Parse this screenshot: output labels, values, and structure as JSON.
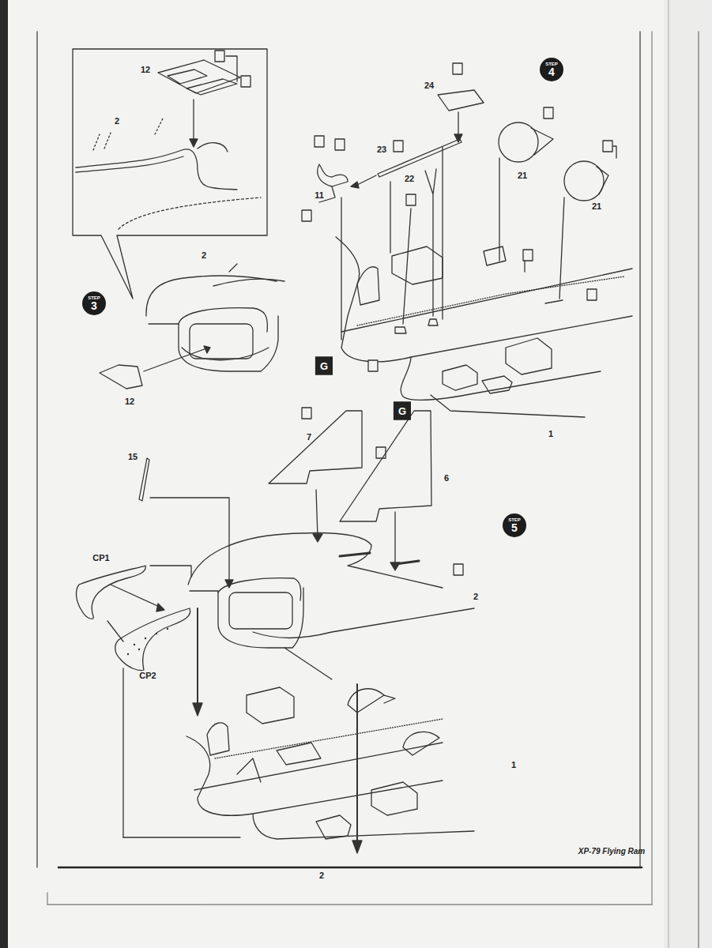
{
  "diagram": {
    "nodes": [
      {
        "text": [
          "STEP",
          "4"
        ]
      },
      {
        "text": [
          "STEP",
          "3"
        ]
      },
      {
        "text": [
          "STEP",
          "5"
        ]
      }
    ],
    "labels": [
      "12",
      "2",
      "24",
      "11",
      "23",
      "22",
      "21",
      "21",
      "2",
      "12",
      "G",
      "G",
      "1",
      "7",
      "15",
      "6",
      "CP1",
      "2",
      "CP2",
      "1",
      "XP-79 Flying Ram",
      "2"
    ]
  }
}
